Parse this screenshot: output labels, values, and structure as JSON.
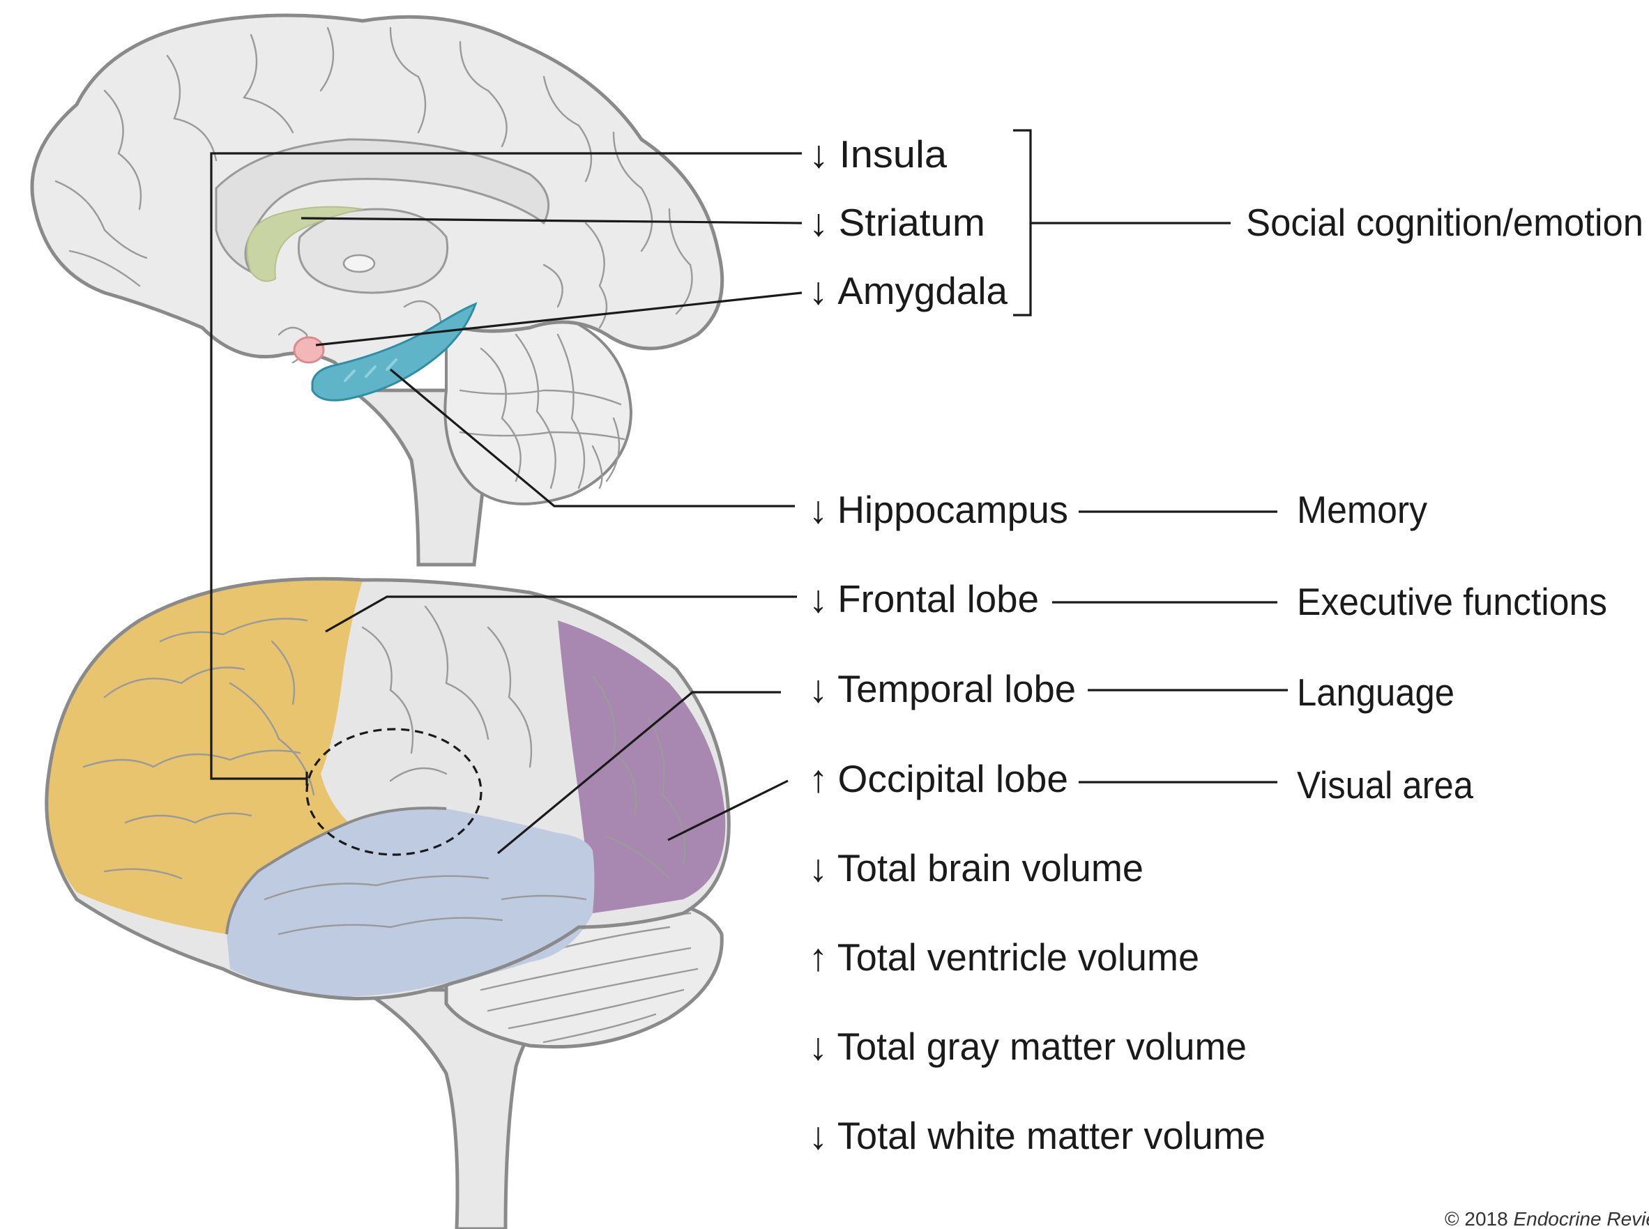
{
  "colors": {
    "brain_gray": "#e6e6e6",
    "frontal": "#e9c46f",
    "temporal": "#bfcbe0",
    "occipital": "#a887b0",
    "striatum": "#c8d4a4",
    "amygdala": "#f3b7b9",
    "hippocampus": "#5fb4c8",
    "leader": "#1a1a1a"
  },
  "structures": [
    {
      "arrow": "↓",
      "name": "Insula"
    },
    {
      "arrow": "↓",
      "name": "Striatum"
    },
    {
      "arrow": "↓",
      "name": "Amygdala"
    },
    {
      "arrow": "↓",
      "name": "Hippocampus"
    },
    {
      "arrow": "↓",
      "name": "Frontal lobe"
    },
    {
      "arrow": "↓",
      "name": "Temporal lobe"
    },
    {
      "arrow": "↑",
      "name": "Occipital lobe"
    },
    {
      "arrow": "↓",
      "name": "Total brain volume"
    },
    {
      "arrow": "↑",
      "name": "Total ventricle volume"
    },
    {
      "arrow": "↓",
      "name": "Total gray matter volume"
    },
    {
      "arrow": "↓",
      "name": "Total white matter volume"
    }
  ],
  "functions": [
    {
      "label": "Social cognition/emotion"
    },
    {
      "label": "Memory"
    },
    {
      "label": "Executive functions"
    },
    {
      "label": "Language"
    },
    {
      "label": "Visual area"
    }
  ],
  "copyright": {
    "prefix": "© 2018 ",
    "journal": "Endocrine Reviews"
  }
}
